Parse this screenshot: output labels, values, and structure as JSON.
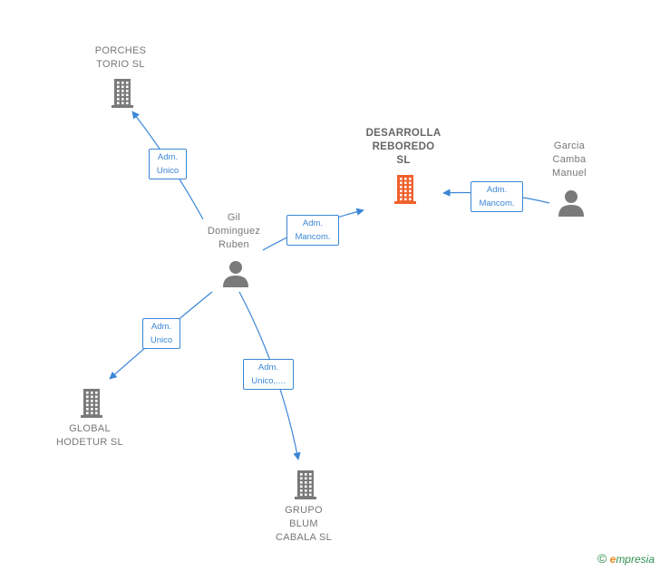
{
  "nodes": [
    {
      "id": "desarrolla",
      "type": "company",
      "label": "DESARROLLA\nREBOREDO\nSL",
      "main": true,
      "color": "#f0602c"
    },
    {
      "id": "porches",
      "type": "company",
      "label": "PORCHES\nTORIO  SL",
      "main": false,
      "color": "#7a7a7a"
    },
    {
      "id": "global",
      "type": "company",
      "label": "GLOBAL\nHODETUR  SL",
      "main": false,
      "color": "#7a7a7a"
    },
    {
      "id": "grupo",
      "type": "company",
      "label": "GRUPO\nBLUM\nCABALA  SL",
      "main": false,
      "color": "#7a7a7a"
    },
    {
      "id": "gil",
      "type": "person",
      "label": "Gil\nDominguez\nRuben",
      "main": false,
      "color": "#7a7a7a"
    },
    {
      "id": "garcia",
      "type": "person",
      "label": "Garcia\nCamba\nManuel",
      "main": false,
      "color": "#7a7a7a"
    }
  ],
  "edges": [
    {
      "id": "e1",
      "from": "gil",
      "to": "porches",
      "label": "Adm.\nUnico"
    },
    {
      "id": "e2",
      "from": "gil",
      "to": "desarrolla",
      "label": "Adm.\nMancom."
    },
    {
      "id": "e3",
      "from": "garcia",
      "to": "desarrolla",
      "label": "Adm.\nMancom."
    },
    {
      "id": "e4",
      "from": "gil",
      "to": "global",
      "label": "Adm.\nUnico"
    },
    {
      "id": "e5",
      "from": "gil",
      "to": "grupo",
      "label": "Adm.\nUnico,...."
    }
  ],
  "colors": {
    "edge": "#3b86d6",
    "main_company": "#f0602c",
    "company": "#7a7a7a",
    "person": "#7a7a7a"
  },
  "icons": {
    "company": "building-icon",
    "person": "person-icon"
  },
  "footer": {
    "symbol": "©",
    "brand_first": "e",
    "brand_rest": "mpresia"
  }
}
